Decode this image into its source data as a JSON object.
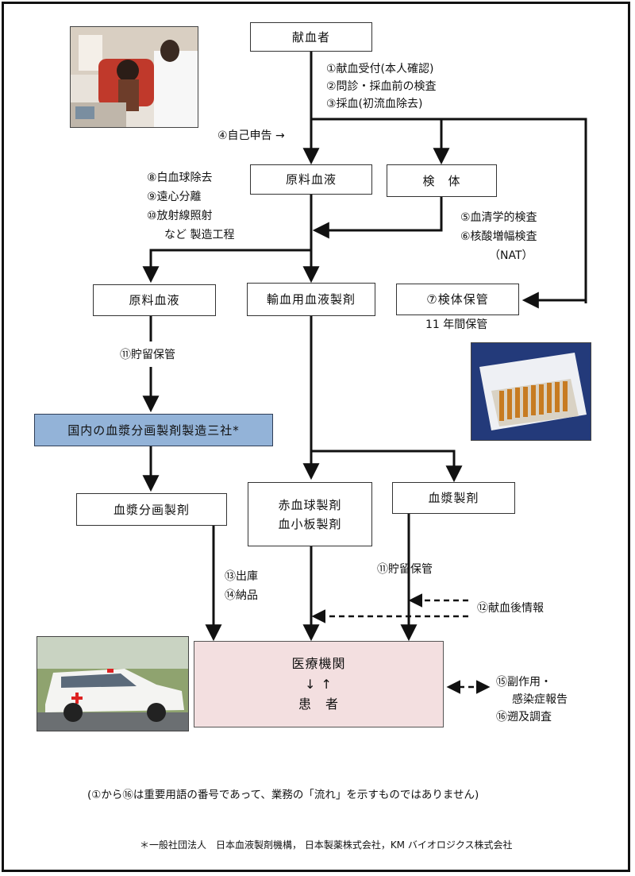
{
  "boxes": {
    "donor": "献血者",
    "raw_blood_top": "原料血液",
    "specimen": "検　体",
    "raw_blood_left": "原料血液",
    "transfusion": "輸血用血液製剤",
    "specimen_storage": "⑦検体保管",
    "fractionation_companies": "国内の血漿分画製剤製造三社*",
    "fraction_products": "血漿分画製剤",
    "rbc_line1": "赤血球製剤",
    "rbc_line2": "血小板製剤",
    "plasma": "血漿製剤",
    "medical_line1": "医療機関",
    "medical_arrows": "↓ ↑",
    "medical_line3": "患　者"
  },
  "labels": {
    "step1": "①献血受付(本人確認)",
    "step2": "②問診・採血前の検査",
    "step3": "③採血(初流血除去)",
    "step4": "④自己申告 →",
    "step8": "⑧白血球除去",
    "step9": "⑨遠心分離",
    "step10": "⑩放射線照射",
    "step10b": "など 製造工程",
    "step5": "⑤血清学的検査",
    "step6": "⑥核酸増幅検査",
    "step6b": "（NAT）",
    "storage_years": "11 年間保管",
    "store_left": "⑪貯留保管",
    "store_right": "⑪貯留保管",
    "step13": "⑬出庫",
    "step14": "⑭納品",
    "step12": "⑫献血後情報",
    "step15a": "⑮副作用・",
    "step15b": "感染症報告",
    "step16": "⑯遡及調査"
  },
  "footer": {
    "note": "(①から⑯は重要用語の番号であって、業務の「流れ」を示すものではありません)",
    "footnote": "＊一般社団法人　日本血液製剤機構，  日本製薬株式会社，KM バイオロジクス株式会社"
  },
  "images": {
    "donation_photo": "donation-scene-photo",
    "specimen_photo": "specimen-tubes-photo",
    "vehicle_photo": "blood-delivery-vehicle-photo"
  },
  "colors": {
    "fractionation_box": "#93b3d8",
    "medical_box": "#f3dfe0",
    "line": "#111111"
  }
}
